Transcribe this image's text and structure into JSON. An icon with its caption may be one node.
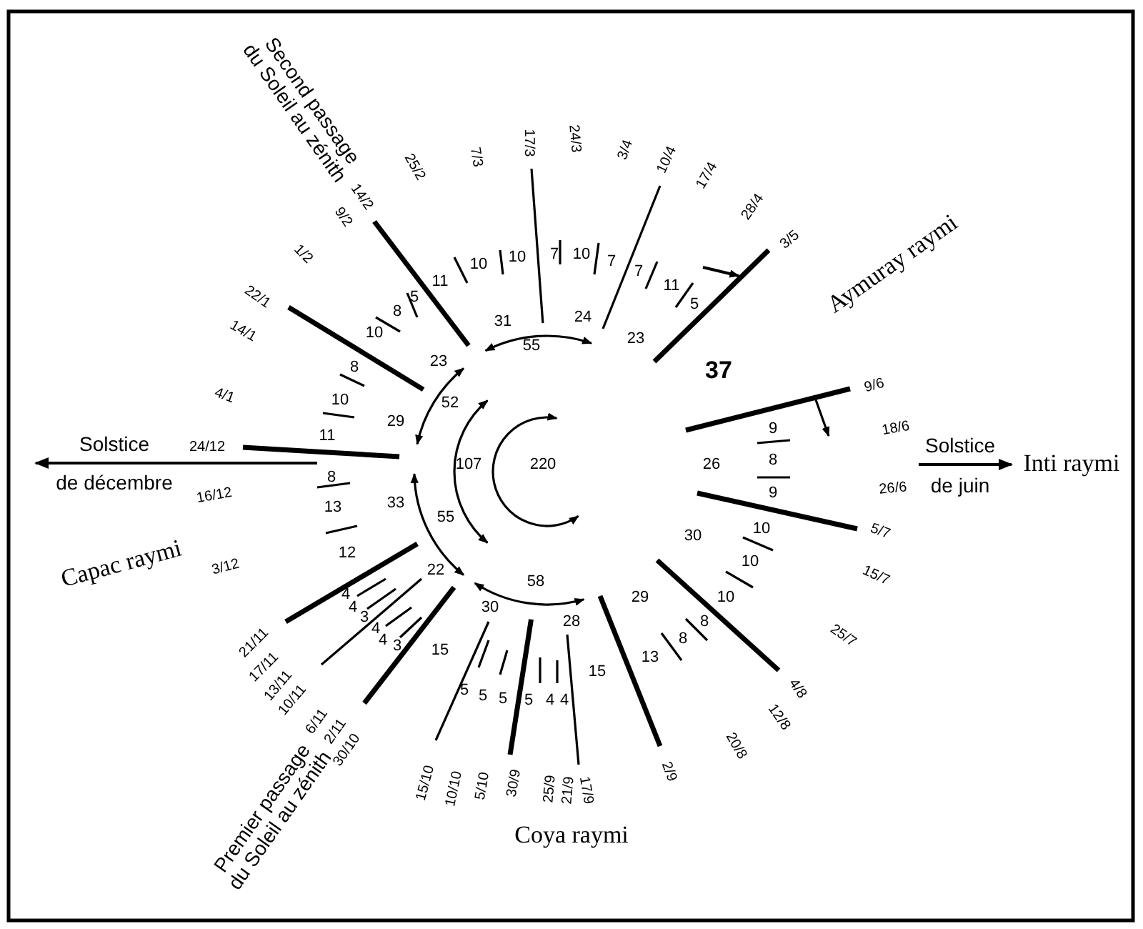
{
  "diagram": {
    "labels": [
      "Second passage du Soleil au zénith",
      "25/2",
      "7/3",
      "17/3",
      "24/3",
      "3/4",
      "10/4",
      "17/4",
      "14/2",
      "28/4",
      "9/2",
      "3/5",
      "1/2",
      "Aymuray raymi",
      "10",
      "7",
      "10",
      "10",
      "7",
      "7",
      "11",
      "11",
      "22/1",
      "5",
      "5",
      "8",
      "24",
      "31",
      "14/1",
      "10",
      "23",
      "55",
      "23",
      "8",
      "37",
      "9/6",
      "4/1",
      "10",
      "52",
      "29",
      "9",
      "18/6",
      "11",
      "Solstice",
      "Solstice",
      "24/12",
      "8",
      "Inti raymi",
      "26",
      "107",
      "220",
      "8",
      "de décembre",
      "de juin",
      "26/6",
      "9",
      "16/12",
      "33",
      "13",
      "55",
      "10",
      "5/7",
      "30",
      "12",
      "10",
      "Capac raymi",
      "3/12",
      "22",
      "15/7",
      "58",
      "4",
      "10",
      "29",
      "4",
      "30",
      "3",
      "8",
      "28",
      "4",
      "25/7",
      "8",
      "4",
      "21/11",
      "3",
      "15",
      "13",
      "17/11",
      "15",
      "13/11",
      "4/8",
      "5",
      "5",
      "5",
      "5",
      "4",
      "4",
      "10/11",
      "12/8",
      "6/11",
      "2/11",
      "20/8",
      "30/10",
      "2/9",
      "15/10",
      "30/9",
      "5/10",
      "10/10",
      "25/9",
      "21/9",
      "17/9",
      "Premier passage du Soleil au zénith",
      "Coya raymi"
    ]
  }
}
